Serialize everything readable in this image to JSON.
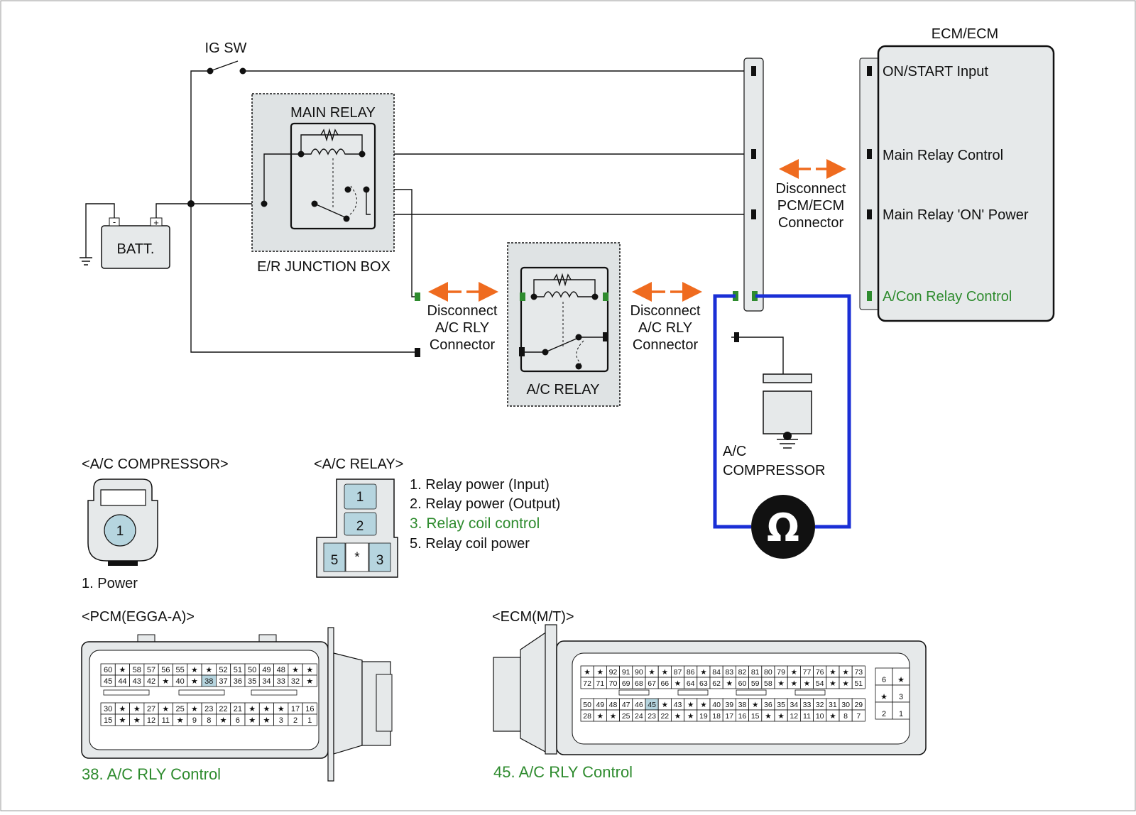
{
  "colors": {
    "highlight": "#2e8b2e",
    "meter_wire": "#1a2fd6",
    "arrow": "#ef6b1f",
    "panel": "#e6e9ea"
  },
  "schematic": {
    "ig_sw": "IG SW",
    "ecm_title": "ECM/ECM",
    "batt": "BATT.",
    "batt_neg": "-",
    "batt_pos": "+",
    "main_relay": "MAIN RELAY",
    "er_junction_box": "E/R JUNCTION BOX",
    "ac_relay": "A/C RELAY",
    "ecm_pins": [
      "ON/START Input",
      "Main Relay Control",
      "Main Relay 'ON' Power",
      "A/Con Relay Control"
    ],
    "disconnect_pcm": [
      "Disconnect",
      "PCM/ECM",
      "Connector"
    ],
    "disconnect_rly_left": [
      "Disconnect",
      "A/C RLY",
      "Connector"
    ],
    "disconnect_rly_right": [
      "Disconnect",
      "A/C RLY",
      "Connector"
    ],
    "compressor_label": [
      "A/C",
      "COMPRESSOR"
    ],
    "ohm_symbol": "Ω",
    "ohm_icon": "ohmmeter-icon"
  },
  "compressor_connector": {
    "title": "<A/C COMPRESSOR>",
    "pin": "1",
    "legend": "1. Power"
  },
  "relay_connector": {
    "title": "<A/C RELAY>",
    "pins": [
      "1",
      "2",
      "5",
      "*",
      "3"
    ],
    "legend": [
      "1. Relay power (Input)",
      "2. Relay power (Output)",
      "3. Relay coil control",
      "5. Relay coil power"
    ]
  },
  "pcm_connector": {
    "title": "<PCM(EGGA-A)>",
    "row1": [
      "60",
      "★",
      "58",
      "57",
      "56",
      "55",
      "★",
      "★",
      "52",
      "51",
      "50",
      "49",
      "48",
      "★",
      "★"
    ],
    "row2": [
      "45",
      "44",
      "43",
      "42",
      "★",
      "40",
      "★",
      "38",
      "37",
      "36",
      "35",
      "34",
      "33",
      "32",
      "★"
    ],
    "row3": [
      "30",
      "★",
      "★",
      "27",
      "★",
      "25",
      "★",
      "23",
      "22",
      "21",
      "★",
      "★",
      "★",
      "17",
      "16"
    ],
    "row4": [
      "15",
      "★",
      "★",
      "12",
      "11",
      "★",
      "9",
      "8",
      "★",
      "6",
      "★",
      "★",
      "3",
      "2",
      "1"
    ],
    "highlight_pin": "38",
    "caption": "38. A/C RLY Control"
  },
  "ecm_connector": {
    "title": "<ECM(M/T)>",
    "row1": [
      "★",
      "★",
      "92",
      "91",
      "90",
      "★",
      "★",
      "87",
      "86",
      "★",
      "84",
      "83",
      "82",
      "81",
      "80",
      "79",
      "★",
      "77",
      "76",
      "★",
      "★",
      "73"
    ],
    "row2": [
      "72",
      "71",
      "70",
      "69",
      "68",
      "67",
      "66",
      "★",
      "64",
      "63",
      "62",
      "★",
      "60",
      "59",
      "58",
      "★",
      "★",
      "★",
      "54",
      "★",
      "★",
      "51"
    ],
    "row3": [
      "50",
      "49",
      "48",
      "47",
      "46",
      "45",
      "★",
      "43",
      "★",
      "★",
      "40",
      "39",
      "38",
      "★",
      "36",
      "35",
      "34",
      "33",
      "32",
      "31",
      "30",
      "29"
    ],
    "row4": [
      "28",
      "★",
      "★",
      "25",
      "24",
      "23",
      "22",
      "★",
      "★",
      "19",
      "18",
      "17",
      "16",
      "15",
      "★",
      "★",
      "12",
      "11",
      "10",
      "★",
      "8",
      "7"
    ],
    "side": [
      "6",
      "★",
      "★",
      "3",
      "2",
      "1"
    ],
    "highlight_pin": "45",
    "caption": "45. A/C RLY Control"
  }
}
